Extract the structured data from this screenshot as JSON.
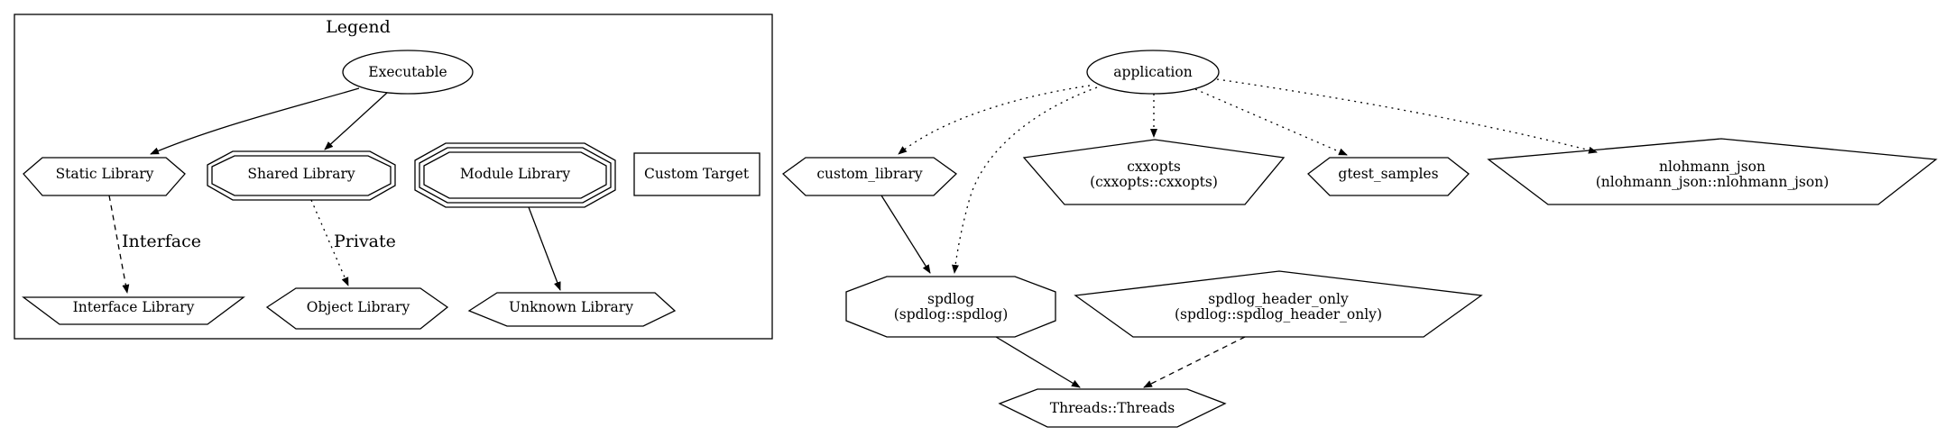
{
  "legend": {
    "title": "Legend",
    "executable": "Executable",
    "static_library": "Static Library",
    "shared_library": "Shared Library",
    "module_library": "Module Library",
    "custom_target": "Custom Target",
    "interface_library": "Interface Library",
    "object_library": "Object Library",
    "unknown_library": "Unknown Library",
    "edge_interface": "Interface",
    "edge_private": "Private"
  },
  "graph": {
    "application": "application",
    "custom_library": "custom_library",
    "cxxopts": "cxxopts",
    "cxxopts_target": "(cxxopts::cxxopts)",
    "gtest_samples": "gtest_samples",
    "nlohmann_json": "nlohmann_json",
    "nlohmann_json_target": "(nlohmann_json::nlohmann_json)",
    "spdlog": "spdlog",
    "spdlog_target": "(spdlog::spdlog)",
    "spdlog_header_only": "spdlog_header_only",
    "spdlog_header_only_target": "(spdlog::spdlog_header_only)",
    "threads": "Threads::Threads"
  }
}
